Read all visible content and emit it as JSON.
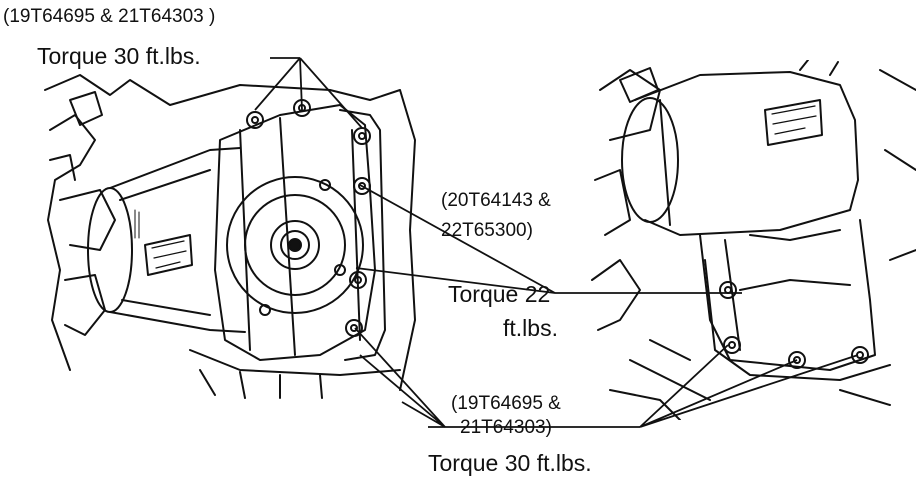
{
  "callouts": {
    "top_parts": "(19T64695 & 21T64303 )",
    "top_torque": "Torque 30 ft.lbs.",
    "mid_parts_line1": "(20T64143 &",
    "mid_parts_line2": "22T65300)",
    "mid_torque_line1": "Torque 22",
    "mid_torque_line2": "ft.lbs.",
    "bottom_parts_line1": "(19T64695 &",
    "bottom_parts_line2": "21T64303)",
    "bottom_torque": "Torque 30 ft.lbs."
  },
  "illustrations": {
    "left": "gearbox-front-view",
    "right": "gearbox-side-view"
  },
  "colors": {
    "ink": "#111111",
    "background": "#ffffff"
  }
}
